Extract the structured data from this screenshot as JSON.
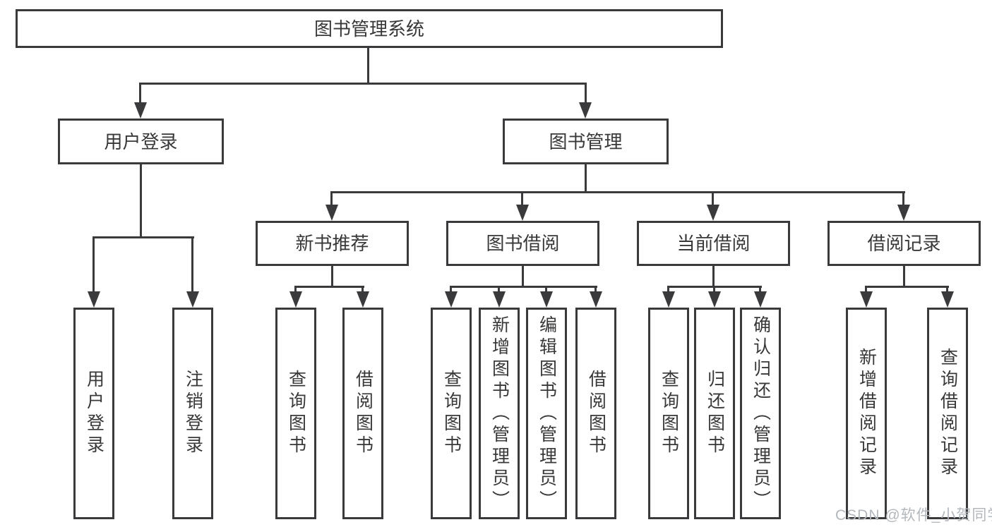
{
  "tree": {
    "root": "图书管理系统",
    "branches": [
      {
        "label": "用户登录",
        "leaves": [
          {
            "label": "用户登录"
          },
          {
            "label": "注销登录"
          }
        ]
      },
      {
        "label": "图书管理",
        "groups": [
          {
            "label": "新书推荐",
            "leaves": [
              {
                "label": "查询图书"
              },
              {
                "label": "借阅图书"
              }
            ]
          },
          {
            "label": "图书借阅",
            "leaves": [
              {
                "label": "查询图书"
              },
              {
                "label": "新增图书（管理员）"
              },
              {
                "label": "编辑图书（管理员）"
              },
              {
                "label": "借阅图书"
              }
            ]
          },
          {
            "label": "当前借阅",
            "leaves": [
              {
                "label": "查询图书"
              },
              {
                "label": "归还图书"
              },
              {
                "label": "确认归还（管理员）"
              }
            ]
          },
          {
            "label": "借阅记录",
            "leaves": [
              {
                "label": "新增借阅记录"
              },
              {
                "label": "查询借阅记录"
              }
            ]
          }
        ]
      }
    ]
  },
  "watermark": "CSDN @软件_小贺同学",
  "colors": {
    "line": "#3a3a3c",
    "text": "#38383a",
    "watermark": "#b3b8bd",
    "background": "#ffffff"
  }
}
